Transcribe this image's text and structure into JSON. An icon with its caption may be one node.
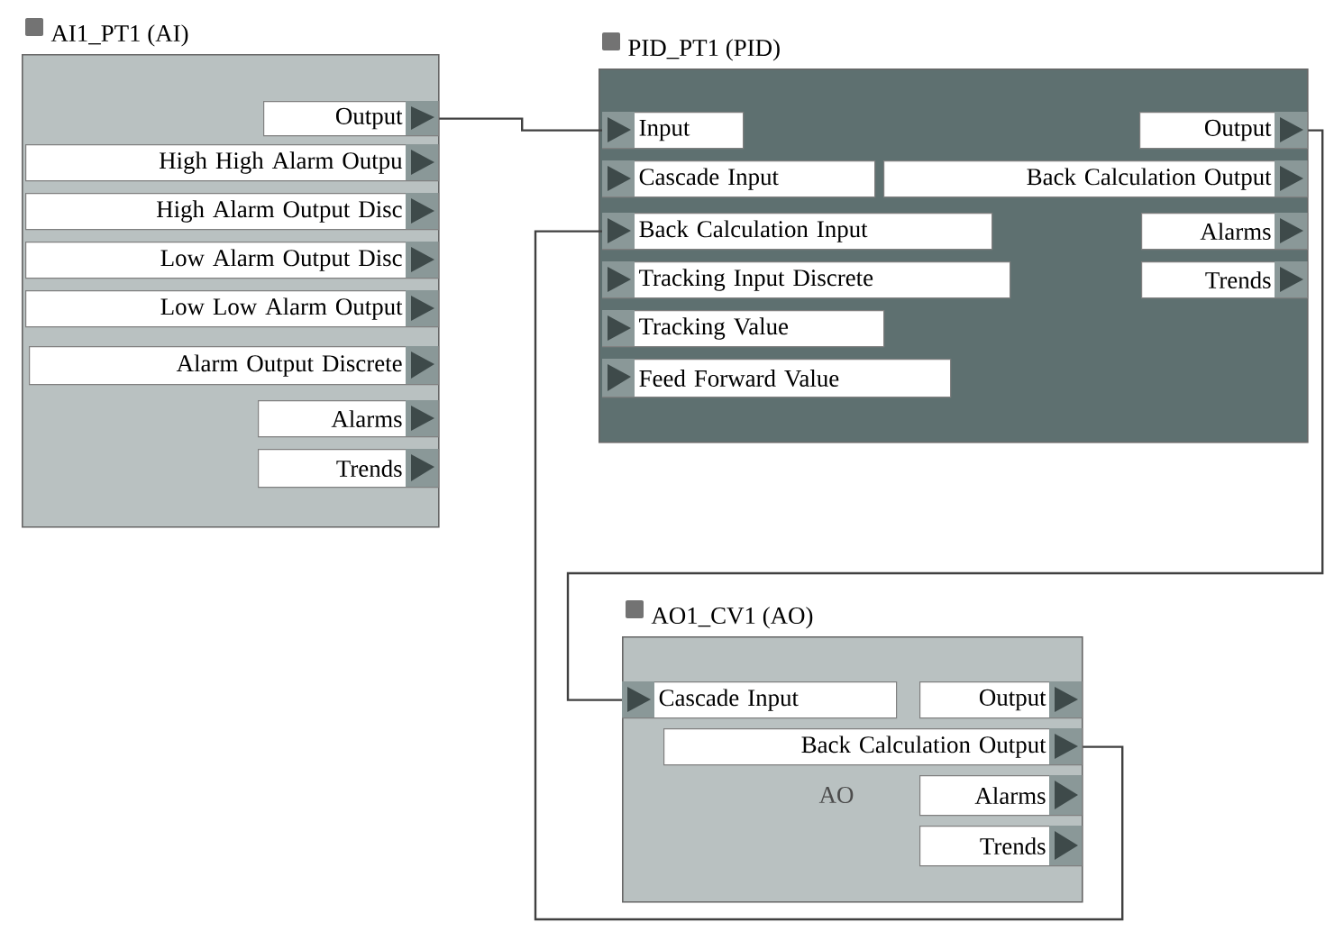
{
  "diagram": {
    "nodes": [
      {
        "text": [
          "AI1_PT1 (AI)"
        ]
      },
      {
        "text": [
          "Output"
        ],
        "in": 0
      },
      {
        "text": [
          "High High Alarm Outpu"
        ],
        "in": 0
      },
      {
        "text": [
          "High Alarm Output Disc"
        ],
        "in": 0
      },
      {
        "text": [
          "Low Alarm Output Disc"
        ],
        "in": 0
      },
      {
        "text": [
          "Low Low Alarm Output"
        ],
        "in": 0
      },
      {
        "text": [
          "Alarm Output Discrete"
        ],
        "in": 0
      },
      {
        "text": [
          "Alarms"
        ],
        "in": 0
      },
      {
        "text": [
          "Trends"
        ],
        "in": 0
      },
      {
        "text": [
          "PID_PT1 (PID)"
        ]
      },
      {
        "text": [
          "Input"
        ],
        "in": 9
      },
      {
        "text": [
          "Output"
        ],
        "in": 9
      },
      {
        "text": [
          "Cascade Input"
        ],
        "in": 9
      },
      {
        "text": [
          "Back Calculation Output"
        ],
        "in": 9
      },
      {
        "text": [
          "Back Calculation Input"
        ],
        "in": 9
      },
      {
        "text": [
          "Alarms"
        ],
        "in": 9
      },
      {
        "text": [
          "Tracking Input Discrete"
        ],
        "in": 9
      },
      {
        "text": [
          "Trends"
        ],
        "in": 9
      },
      {
        "text": [
          "Tracking Value"
        ],
        "in": 9
      },
      {
        "text": [
          "Feed Forward Value"
        ],
        "in": 9
      },
      {
        "text": [
          "AO1_CV1 (AO)",
          "AO"
        ]
      },
      {
        "text": [
          "Cascade Input"
        ],
        "in": 20
      },
      {
        "text": [
          "Output"
        ],
        "in": 20
      },
      {
        "text": [
          "Back Calculation Output"
        ],
        "in": 20
      },
      {
        "text": [
          "Alarms"
        ],
        "in": 20
      },
      {
        "text": [
          "Trends"
        ],
        "in": 20
      }
    ],
    "edges": [
      {
        "from": 1,
        "to": 10,
        "arrow": "none"
      },
      {
        "from": 11,
        "to": 21,
        "arrow": "none"
      },
      {
        "from": 23,
        "to": 14,
        "arrow": "none"
      }
    ]
  }
}
